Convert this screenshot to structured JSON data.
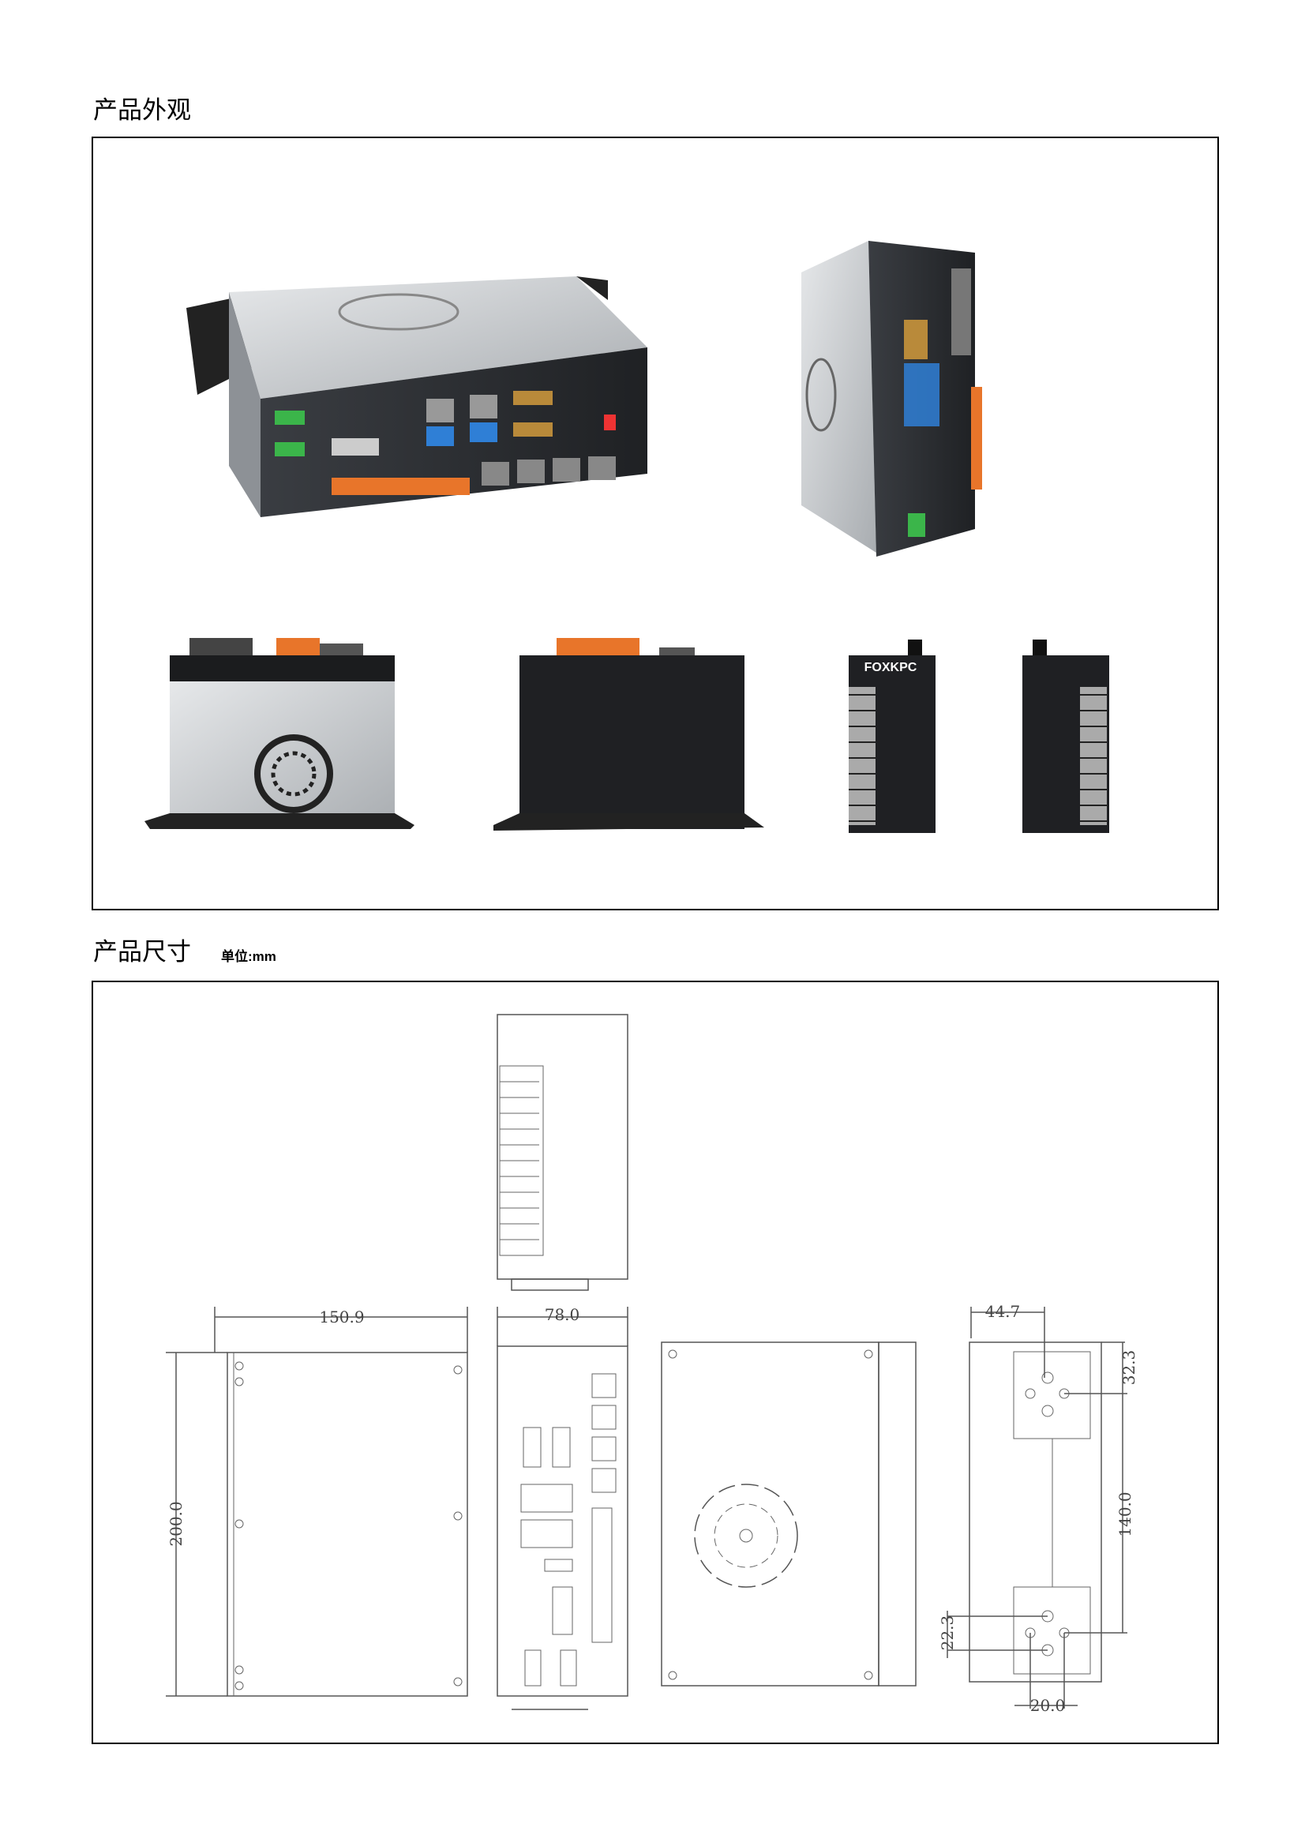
{
  "sections": {
    "appearance_title": "产品外观",
    "dimensions_title": "产品尺寸",
    "unit_label": "单位:mm"
  },
  "product": {
    "brand_logo": "FOXKPC"
  },
  "dimensions": {
    "width": "150.9",
    "depth": "78.0",
    "height": "200.0",
    "rail_offset": "44.7",
    "top_hole": "32.3",
    "hole_spacing": "140.0",
    "bottom_hole": "22.3",
    "hole_width": "20.0"
  },
  "colors": {
    "chassis_dark": "#2b2e33",
    "chassis_silver": "#c9cccf",
    "terminal_orange": "#e8752a",
    "connector_green": "#3bb54a",
    "usb_blue": "#2f7fd6"
  }
}
